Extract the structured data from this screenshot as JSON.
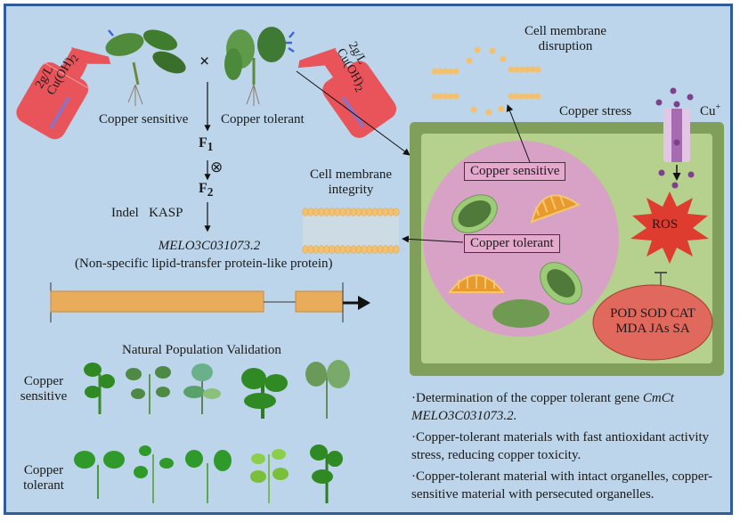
{
  "crossing": {
    "sensitive_label": "Copper sensitive",
    "tolerant_label": "Copper tolerant",
    "cross_symbol": "×",
    "spray_dose": "2g/L",
    "spray_chem": "Cu(OH)",
    "spray_chem_sub": "2",
    "f1": "F",
    "f1_sub": "1",
    "self_symbol": "⊗",
    "f2": "F",
    "f2_sub": "2",
    "markers": "Indel   KASP",
    "gene_id": "MELO3C031073.2",
    "gene_desc": "(Non-specific lipid-transfer protein-like protein)"
  },
  "validation": {
    "title": "Natural Population Validation",
    "row1_label_a": "Copper",
    "row1_label_b": "sensitive",
    "row2_label_a": "Copper",
    "row2_label_b": "tolerant"
  },
  "cell": {
    "membrane_disruption_a": "Cell membrane",
    "membrane_disruption_b": "disruption",
    "membrane_integrity_a": "Cell membrane",
    "membrane_integrity_b": "integrity",
    "copper_stress": "Copper stress",
    "cu_ion": "Cu",
    "cu_charge": "+",
    "box_sensitive": "Copper sensitive",
    "box_tolerant": "Copper tolerant",
    "ros": "ROS",
    "antioxidants_a": "POD SOD CAT",
    "antioxidants_b": "MDA JAs SA"
  },
  "conclusions": {
    "b1_text": "·Determination of the copper tolerant gene ",
    "b1_gene": "CmCt",
    "b1_gene_id": "MELO3C031073.2.",
    "b2": "·Copper-tolerant materials with fast antioxidant activity stress, reducing copper toxicity.",
    "b3": "·Copper-tolerant material with intact organelles, copper-sensitive material with persecuted organelles."
  },
  "colors": {
    "background": "#bcd5ea",
    "border": "#2f5d9c",
    "spray": "#e8545a",
    "cell_wall": "#7f9f5a",
    "cytoplasm": "#b6d18e",
    "vacuole": "#d8a2c6",
    "ros": "#dd3c2f",
    "antioxidant": "#e0685c",
    "exon": "#e9ac5a",
    "copper_ion": "#7e3f8f"
  }
}
